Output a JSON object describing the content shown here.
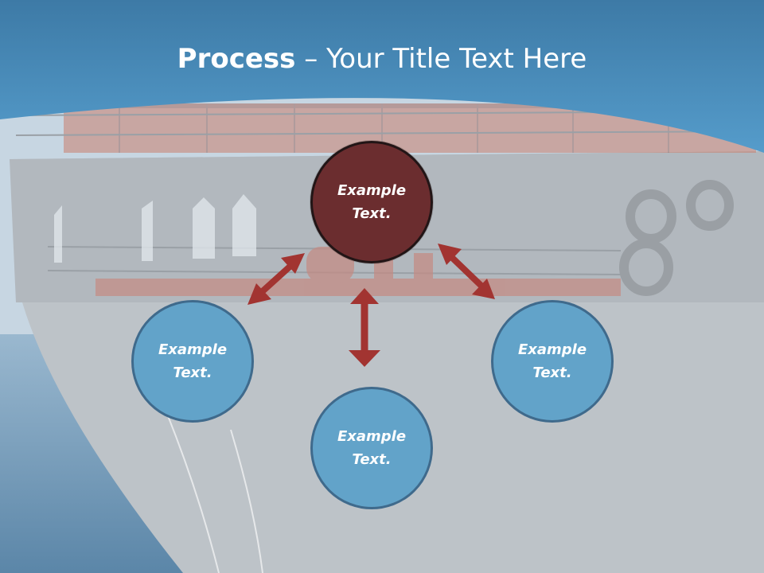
{
  "slide": {
    "title_bold": "Process",
    "title_dash": " – ",
    "title_rest": "Your Title Text Here"
  },
  "colors": {
    "header_blue": "#4a8fbd",
    "node_primary": "#6b2d2f",
    "node_secondary": "#62a3c9",
    "arrow": "#a23431"
  },
  "nodes": {
    "top": {
      "line1": "Example",
      "line2": "Text."
    },
    "left": {
      "line1": "Example",
      "line2": "Text."
    },
    "bottom": {
      "line1": "Example",
      "line2": "Text."
    },
    "right": {
      "line1": "Example",
      "line2": "Text."
    }
  }
}
